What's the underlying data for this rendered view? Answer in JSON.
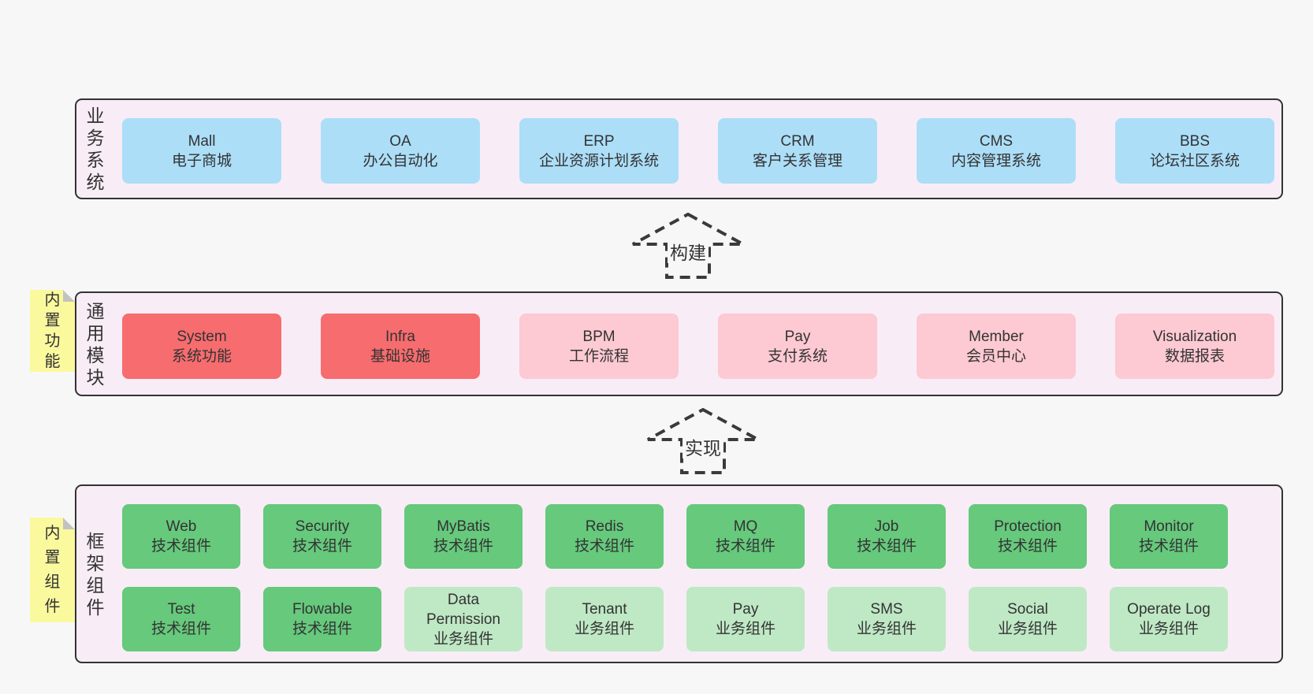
{
  "page": {
    "background": "#f7f7f7"
  },
  "colors": {
    "band_fill": "#f8edf6",
    "band_border": "#333333",
    "blue_box": "#acdef8",
    "red_box": "#f76c6e",
    "pink_box": "#fdc9d2",
    "green_box": "#66c97c",
    "light_green_box": "#bfe8c5",
    "sticky_yellow": "#fbf99e",
    "sticky_fold_gray": "#c2c2c2"
  },
  "arrows": [
    {
      "label": "构建"
    },
    {
      "label": "实现"
    }
  ],
  "bands": [
    {
      "label": "业务系统",
      "boxes": [
        {
          "en": "Mall",
          "zh": "电子商城",
          "variant": "blue"
        },
        {
          "en": "OA",
          "zh": "办公自动化",
          "variant": "blue"
        },
        {
          "en": "ERP",
          "zh": "企业资源计划系统",
          "variant": "blue"
        },
        {
          "en": "CRM",
          "zh": "客户关系管理",
          "variant": "blue"
        },
        {
          "en": "CMS",
          "zh": "内容管理系统",
          "variant": "blue"
        },
        {
          "en": "BBS",
          "zh": "论坛社区系统",
          "variant": "blue"
        }
      ]
    },
    {
      "label": "通用模块",
      "sticky": "内置功能",
      "boxes": [
        {
          "en": "System",
          "zh": "系统功能",
          "variant": "red"
        },
        {
          "en": "Infra",
          "zh": "基础设施",
          "variant": "red"
        },
        {
          "en": "BPM",
          "zh": "工作流程",
          "variant": "pink"
        },
        {
          "en": "Pay",
          "zh": "支付系统",
          "variant": "pink"
        },
        {
          "en": "Member",
          "zh": "会员中心",
          "variant": "pink"
        },
        {
          "en": "Visualization",
          "zh": "数据报表",
          "variant": "pink"
        }
      ]
    },
    {
      "label": "框架组件",
      "sticky": "内置组件",
      "rows": [
        [
          {
            "en": "Web",
            "zh": "技术组件",
            "variant": "green"
          },
          {
            "en": "Security",
            "zh": "技术组件",
            "variant": "green"
          },
          {
            "en": "MyBatis",
            "zh": "技术组件",
            "variant": "green"
          },
          {
            "en": "Redis",
            "zh": "技术组件",
            "variant": "green"
          },
          {
            "en": "MQ",
            "zh": "技术组件",
            "variant": "green"
          },
          {
            "en": "Job",
            "zh": "技术组件",
            "variant": "green"
          },
          {
            "en": "Protection",
            "zh": "技术组件",
            "variant": "green"
          },
          {
            "en": "Monitor",
            "zh": "技术组件",
            "variant": "green"
          }
        ],
        [
          {
            "en": "Test",
            "zh": "技术组件",
            "variant": "green"
          },
          {
            "en": "Flowable",
            "zh": "技术组件",
            "variant": "green"
          },
          {
            "en": "Data Permission",
            "zh": "业务组件",
            "variant": "lightgreen"
          },
          {
            "en": "Tenant",
            "zh": "业务组件",
            "variant": "lightgreen"
          },
          {
            "en": "Pay",
            "zh": "业务组件",
            "variant": "lightgreen"
          },
          {
            "en": "SMS",
            "zh": "业务组件",
            "variant": "lightgreen"
          },
          {
            "en": "Social",
            "zh": "业务组件",
            "variant": "lightgreen"
          },
          {
            "en": "Operate Log",
            "zh": "业务组件",
            "variant": "lightgreen"
          }
        ]
      ]
    }
  ]
}
